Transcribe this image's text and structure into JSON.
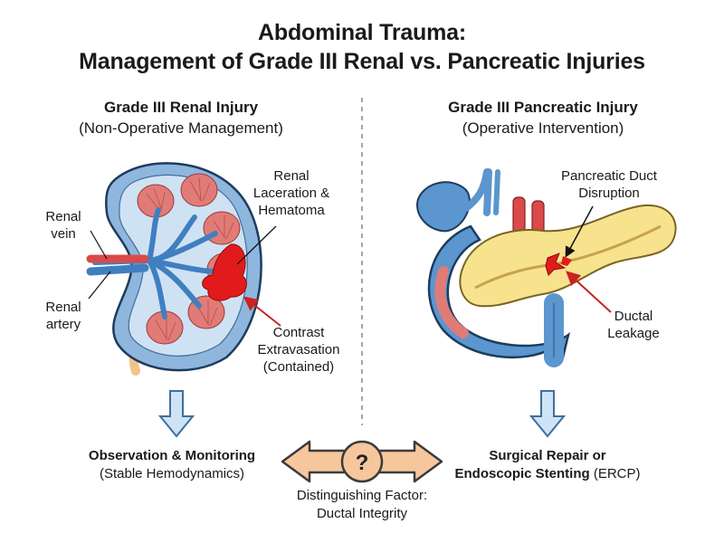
{
  "title": {
    "line1": "Abdominal Trauma:",
    "line2": "Management of Grade III Renal vs. Pancreatic Injuries"
  },
  "left_panel": {
    "heading": "Grade III Renal Injury",
    "subheading": "(Non-Operative Management)",
    "labels": {
      "renal_vein": [
        "Renal",
        "vein"
      ],
      "renal_artery": [
        "Renal",
        "artery"
      ],
      "laceration": [
        "Renal",
        "Laceration &",
        "Hematoma"
      ],
      "extravasation": [
        "Contrast",
        "Extravasation",
        "(Contained)"
      ]
    },
    "outcome_bold": "Observation & Monitoring",
    "outcome_normal": "(Stable Hemodynamics)"
  },
  "right_panel": {
    "heading": "Grade III Pancreatic Injury",
    "subheading": "(Operative Intervention)",
    "labels": {
      "duct_disruption": [
        "Pancreatic Duct",
        "Disruption"
      ],
      "ductal_leakage": [
        "Ductal",
        "Leakage"
      ]
    },
    "outcome_bold_1": "Surgical Repair or",
    "outcome_bold_2": "Endoscopic Stenting",
    "outcome_normal_2": " (ERCP)"
  },
  "center": {
    "question_mark": "?",
    "factor_line1": "Distinguishing Factor:",
    "factor_line2": "Ductal Integrity"
  },
  "colors": {
    "kidney_outer": "#8fb6dd",
    "kidney_inner": "#cfe2f3",
    "pyramid": "#e07b78",
    "vessel_blue": "#3f7fc0",
    "vessel_red": "#d94a4a",
    "hematoma": "#e11b1b",
    "pancreas": "#f7e38e",
    "duodenum_blue": "#5b96cf",
    "arrow_fill": "#cfe3f6",
    "double_arrow": "#f6c79d"
  }
}
